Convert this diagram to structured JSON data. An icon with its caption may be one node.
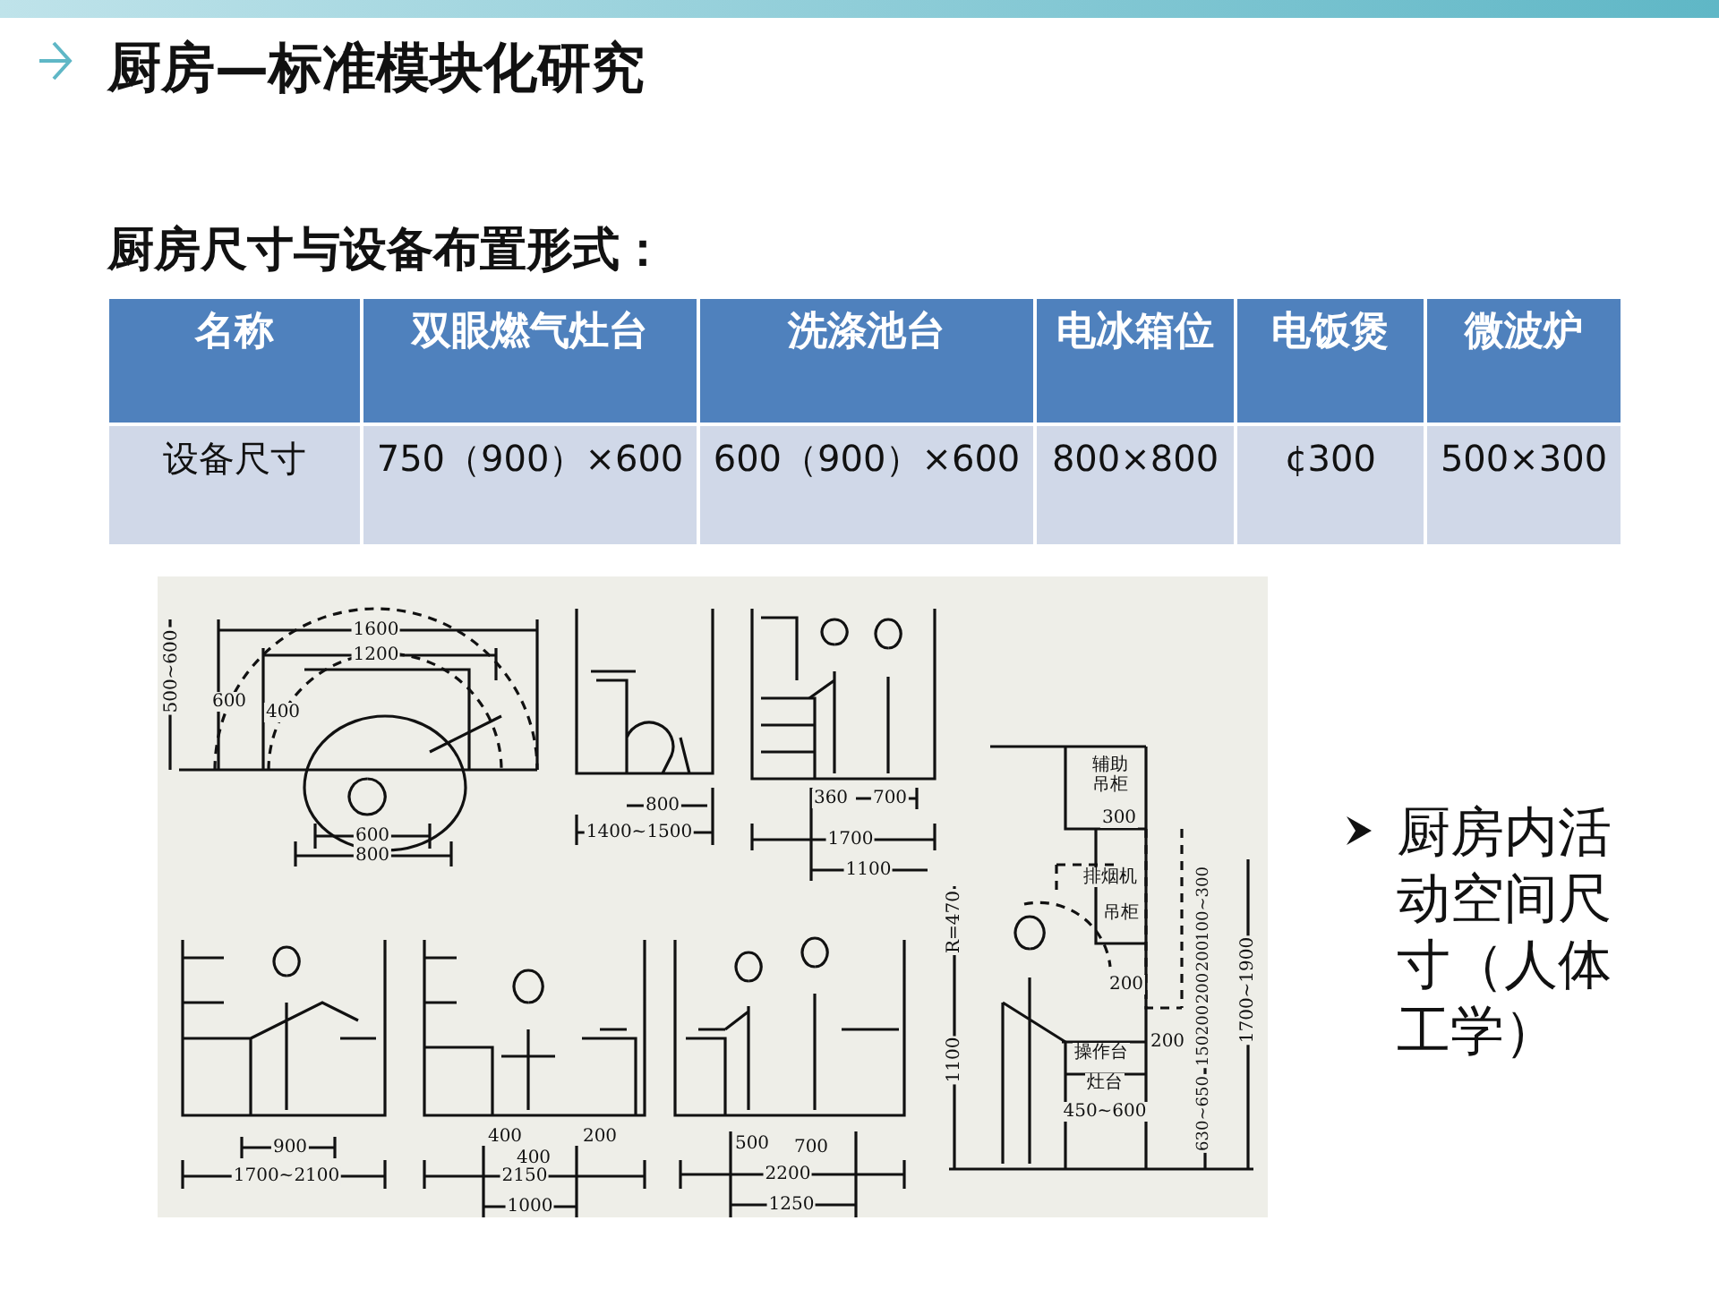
{
  "diagram": {
    "title": "厨房—标准模块化研究",
    "labels": [
      "厨房尺寸与设备布置形式：",
      "名称",
      "双眼燃气灶台",
      "洗涤池台",
      "电冰箱位",
      "电饭煲",
      "微波炉",
      "设备尺寸",
      "750（900）×600",
      "600（900）×600",
      "800×800",
      "¢300",
      "500×300",
      "1600",
      "1200",
      "500~600",
      "600",
      "400",
      "600",
      "800",
      "800",
      "1400~1500",
      "360",
      "700",
      "1700",
      "1100",
      "辅助吊柜",
      "300",
      "排烟机",
      "吊柜",
      "R=470",
      "200",
      "200",
      "操作台",
      "灶台",
      "450~600",
      "1100",
      "100~300",
      "200",
      "200",
      "200",
      "150",
      "630~650",
      "1700~1900",
      "900",
      "1700~2100",
      "400",
      "200",
      "400",
      "2150",
      "1000",
      "500",
      "700",
      "2200",
      "1250",
      "厨房内活动空间尺寸（人体工学）"
    ]
  }
}
